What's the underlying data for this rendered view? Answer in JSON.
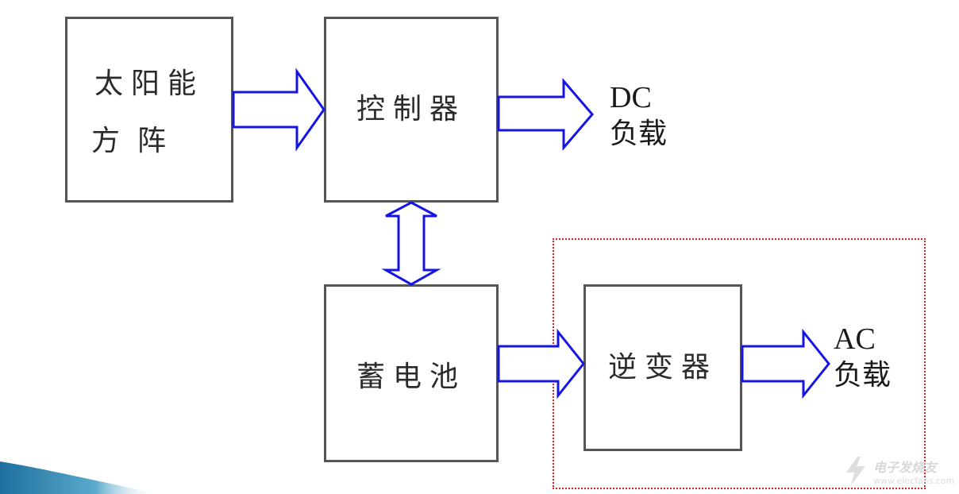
{
  "blocks": {
    "solar_array": {
      "line1": "太阳能",
      "line2": "方阵"
    },
    "controller": {
      "label": "控制器"
    },
    "battery": {
      "label": "蓄电池"
    },
    "inverter": {
      "label": "逆变器"
    }
  },
  "loads": {
    "dc": {
      "code": "DC",
      "text": "负载"
    },
    "ac": {
      "code": "AC",
      "text": "负载"
    }
  },
  "watermark": {
    "brand": "电子发烧友",
    "url": "www.elecfans.com"
  },
  "colors": {
    "arrow": "#1414e6",
    "box_border": "#555555",
    "highlight_frame": "#e02020",
    "corner_gradient": "#1e7fa8"
  }
}
